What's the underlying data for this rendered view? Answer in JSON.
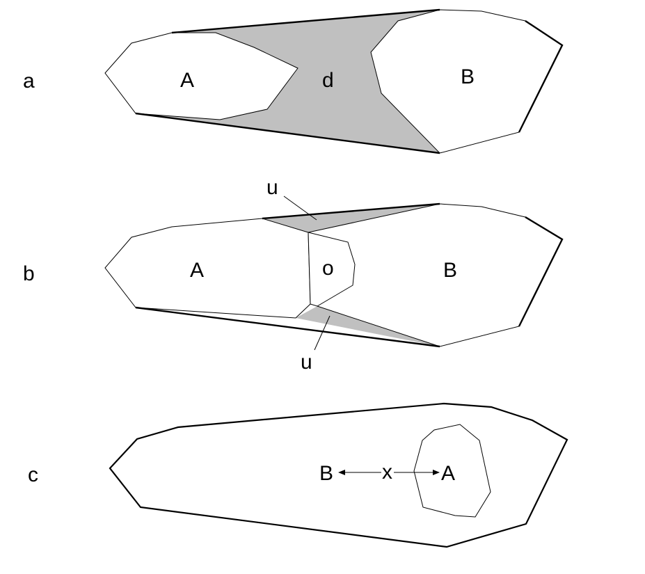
{
  "panels": {
    "a": {
      "label": "a",
      "region_A": "A",
      "region_B": "B",
      "region_d": "d"
    },
    "b": {
      "label": "b",
      "region_A": "A",
      "region_B": "B",
      "region_o": "o",
      "region_u_top": "u",
      "region_u_bottom": "u"
    },
    "c": {
      "label": "c",
      "point_B": "B",
      "point_A": "A",
      "point_x": "x"
    }
  },
  "colors": {
    "shade": "#c0c0c0",
    "outline": "#000000",
    "background": "#ffffff"
  }
}
